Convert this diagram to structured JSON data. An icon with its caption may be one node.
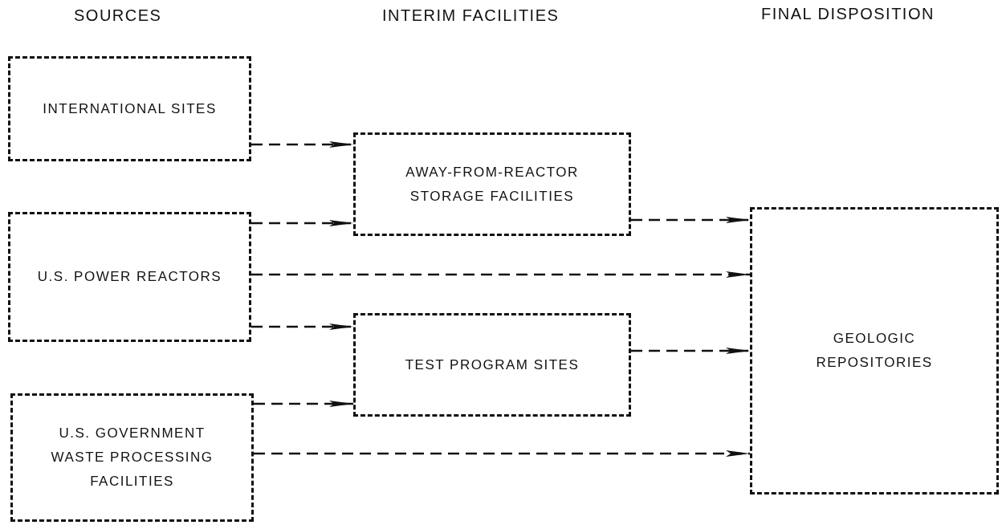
{
  "diagram": {
    "nodes": [
      {
        "text": [
          "INTERNATIONAL SITES"
        ]
      },
      {
        "text": [
          "AWAY-FROM-REACTOR STORAGE FACILITIES"
        ]
      },
      {
        "text": [
          "U.S. POWER REACTORS"
        ]
      },
      {
        "text": [
          "TEST PROGRAM SITES"
        ]
      },
      {
        "text": [
          "U.S. GOVERNMENT WASTE PROCESSING FACILITIES"
        ]
      },
      {
        "text": [
          "GEOLOGIC REPOSITORIES"
        ]
      }
    ],
    "edges": [
      {
        "from": 0,
        "to": 1,
        "arrow": "to",
        "style": "dashed"
      },
      {
        "from": 2,
        "to": 1,
        "arrow": "to",
        "style": "dashed"
      },
      {
        "from": 1,
        "to": 5,
        "arrow": "to",
        "style": "dashed"
      },
      {
        "from": 2,
        "to": 5,
        "arrow": "to",
        "style": "dashed"
      },
      {
        "from": 2,
        "to": 3,
        "arrow": "to",
        "style": "dashed"
      },
      {
        "from": 3,
        "to": 5,
        "arrow": "to",
        "style": "dashed"
      },
      {
        "from": 4,
        "to": 3,
        "arrow": "to",
        "style": "dashed"
      },
      {
        "from": 4,
        "to": 5,
        "arrow": "to",
        "style": "dashed"
      }
    ],
    "labels": [
      "SOURCES",
      "INTERIM FACILITIES",
      "FINAL DISPOSITION"
    ]
  }
}
